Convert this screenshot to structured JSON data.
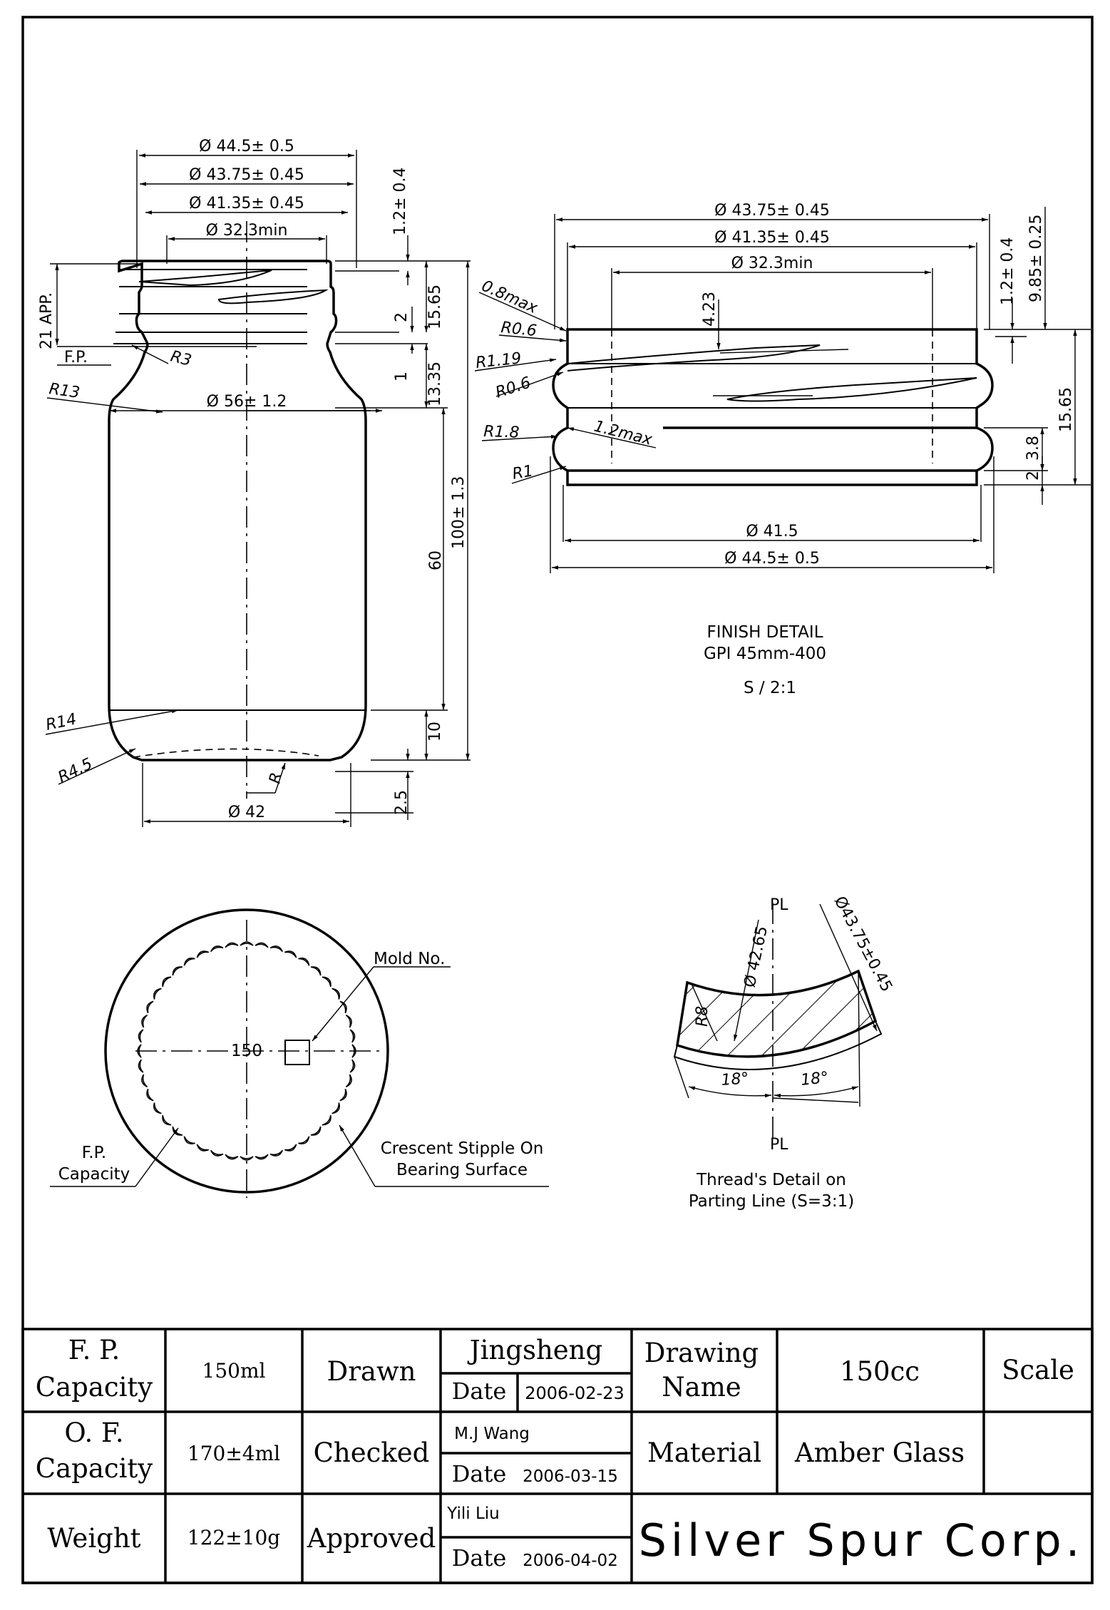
{
  "body_view": {
    "dims": {
      "d_outer": "Ø 44.5± 0.5",
      "d_thread": "Ø 43.75± 0.45",
      "d_root": "Ø 41.35± 0.45",
      "d_bore": "Ø 32.3min",
      "d_body": "Ø 56± 1.2",
      "d_base": "Ø 42",
      "h_thread_top": "1.2± 0.4",
      "h_finish": "15.65",
      "h_2": "2",
      "h_1": "1",
      "h_1335": "13.35",
      "h_total": "100± 1.3",
      "h_60": "60",
      "h_10": "10",
      "h_25": "2.5",
      "h_21app": "21 APP.",
      "fp": "F.P.",
      "r3": "R3",
      "r13": "R13",
      "r14": "R14",
      "r45": "R4.5",
      "r": "R"
    }
  },
  "finish_detail": {
    "dims": {
      "d_thread": "Ø 43.75± 0.45",
      "d_root": "Ø 41.35± 0.45",
      "d_bore": "Ø 32.3min",
      "d_415": "Ø 41.5",
      "d_outer": "Ø 44.5± 0.5",
      "h_12": "1.2± 0.4",
      "h_985": "9.85± 0.25",
      "h_1565": "15.65",
      "h_38": "3.8",
      "h_2": "2",
      "h_423": "4.23",
      "r08max": "0.8max",
      "r06a": "R0.6",
      "r119": "R1.19",
      "r06b": "R0.6",
      "r18": "R1.8",
      "r1": "R1",
      "max12": "1.2max"
    },
    "caption": [
      "FINISH DETAIL",
      "GPI 45mm-400"
    ],
    "scale": "S / 2:1"
  },
  "base_view": {
    "center_label": "150",
    "mold_no": "Mold No.",
    "fp_capacity": [
      "F.P.",
      "Capacity"
    ],
    "stipple": [
      "Crescent Stipple On",
      "Bearing Surface"
    ]
  },
  "thread_detail": {
    "d_4265": "Ø 42.65",
    "d_4375": "Ø43.75±0.45",
    "r8": "R8",
    "a1": "18°",
    "a2": "18°",
    "pl_top": "PL",
    "pl_bottom": "PL",
    "caption": [
      "Thread's Detail on",
      "Parting Line (S=3:1)"
    ]
  },
  "title_block": {
    "fp_capacity_label": [
      "F. P.",
      "Capacity"
    ],
    "fp_capacity_value": "150ml",
    "of_capacity_label": [
      "O. F.",
      "Capacity"
    ],
    "of_capacity_value": "170±4ml",
    "weight_label": "Weight",
    "weight_value": "122±10g",
    "drawn_label": "Drawn",
    "checked_label": "Checked",
    "approved_label": "Approved",
    "drawn_by": "Jingsheng",
    "checked_by": "M.J Wang",
    "approved_by": "Yili Liu",
    "date_label": "Date",
    "drawn_date": "2006-02-23",
    "checked_date": "2006-03-15",
    "approved_date": "2006-04-02",
    "drawing_name_label": [
      "Drawing",
      "Name"
    ],
    "drawing_name_value": "150cc",
    "material_label": "Material",
    "material_value": "Amber Glass",
    "scale_label": "Scale",
    "company": "Silver Spur Corp."
  }
}
